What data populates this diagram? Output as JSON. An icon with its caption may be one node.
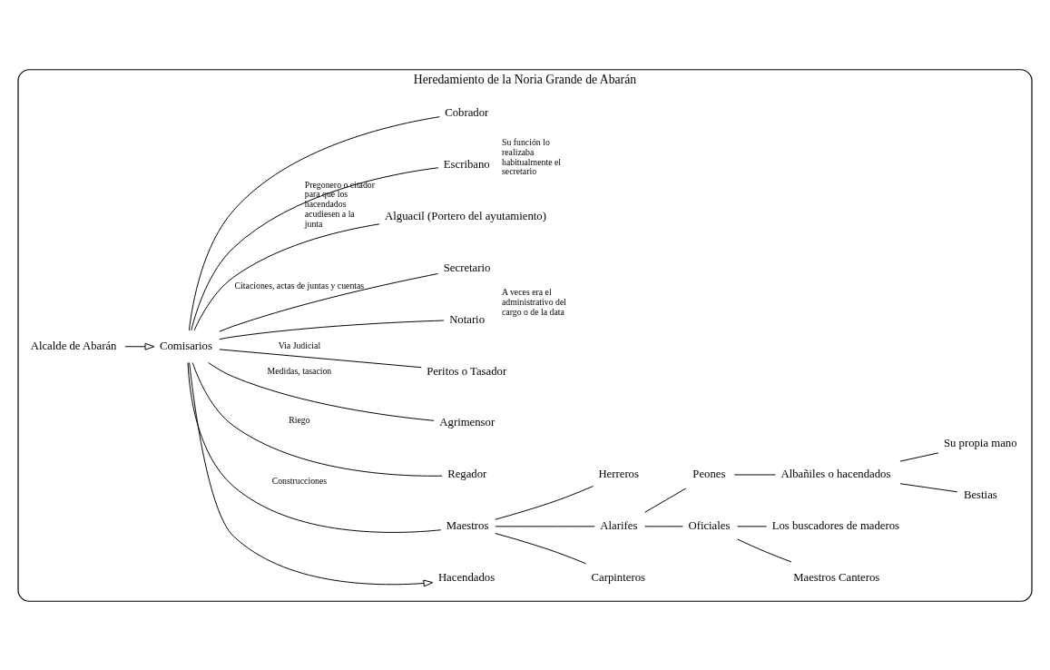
{
  "diagram": {
    "nodes": [
      {
        "text": [
          "Heredamiento de la Noria Grande de Abarán"
        ]
      },
      {
        "text": [
          "Alcalde de Abarán"
        ],
        "in": 0
      },
      {
        "text": [
          "Comisarios"
        ],
        "in": 0
      },
      {
        "text": [
          "Hacendados"
        ],
        "in": 0
      },
      {
        "text": [
          "Maestros"
        ],
        "in": 0
      },
      {
        "text": [
          "Carpinteros"
        ],
        "in": 0
      },
      {
        "text": [
          "Alarifes"
        ],
        "in": 0
      },
      {
        "text": [
          "Herreros"
        ],
        "in": 0
      },
      {
        "text": [
          "Oficiales"
        ],
        "in": 0
      },
      {
        "text": [
          "Peones"
        ],
        "in": 0
      },
      {
        "text": [
          "Maestros Canteros"
        ],
        "in": 0
      },
      {
        "text": [
          "Los buscadores de maderos"
        ],
        "in": 0
      },
      {
        "text": [
          "Albañiles o hacendados"
        ],
        "in": 0
      },
      {
        "text": [
          "Bestias"
        ],
        "in": 0
      },
      {
        "text": [
          "Su propia mano"
        ],
        "in": 0
      },
      {
        "text": [
          "Regador"
        ],
        "in": 0
      },
      {
        "text": [
          "Agrimensor"
        ],
        "in": 0
      },
      {
        "text": [
          "Peritos o Tasador"
        ],
        "in": 0
      },
      {
        "text": [
          "Notario"
        ],
        "in": 0
      },
      {
        "text": [
          "Secretario"
        ],
        "beside": [
          "A veces era el administrativo del cargo o de la data"
        ],
        "in": 0
      },
      {
        "text": [
          "Alguacil (Portero del ayutamiento)"
        ],
        "beside": [
          "Pregonero o citador para que los hacendados acudiesen a la junta"
        ],
        "in": 0
      },
      {
        "text": [
          "Escribano"
        ],
        "beside": [
          "Su función lo realizaba habitualmente el secretario"
        ],
        "in": 0
      },
      {
        "text": [
          "Cobrador"
        ],
        "in": 0
      }
    ],
    "edges": [
      {
        "from": 1,
        "to": 2,
        "arrow": "to"
      },
      {
        "from": 2,
        "to": 3,
        "arrow": "to"
      },
      {
        "from": 2,
        "to": 4,
        "arrow": "none",
        "label": "Construcciones"
      },
      {
        "from": 4,
        "to": 5,
        "arrow": "none"
      },
      {
        "from": 4,
        "to": 6,
        "arrow": "none"
      },
      {
        "from": 4,
        "to": 7,
        "arrow": "none"
      },
      {
        "from": 6,
        "to": 8,
        "arrow": "none"
      },
      {
        "from": 6,
        "to": 9,
        "arrow": "none"
      },
      {
        "from": 8,
        "to": 10,
        "arrow": "none"
      },
      {
        "from": 8,
        "to": 11,
        "arrow": "none"
      },
      {
        "from": 9,
        "to": 12,
        "arrow": "none"
      },
      {
        "from": 12,
        "to": 13,
        "arrow": "none"
      },
      {
        "from": 12,
        "to": 14,
        "arrow": "none"
      },
      {
        "from": 2,
        "to": 15,
        "arrow": "none",
        "label": "Riego"
      },
      {
        "from": 2,
        "to": 16,
        "arrow": "none",
        "label": "Medidas, tasacion"
      },
      {
        "from": 2,
        "to": 17,
        "arrow": "none",
        "label": "Via Judicial"
      },
      {
        "from": 2,
        "to": 18,
        "arrow": "none"
      },
      {
        "from": 2,
        "to": 19,
        "arrow": "none",
        "label": "Citaciones, actas de juntas y cuentas"
      },
      {
        "from": 2,
        "to": 20,
        "arrow": "none"
      },
      {
        "from": 2,
        "to": 21,
        "arrow": "none"
      },
      {
        "from": 2,
        "to": 22,
        "arrow": "none"
      }
    ]
  }
}
